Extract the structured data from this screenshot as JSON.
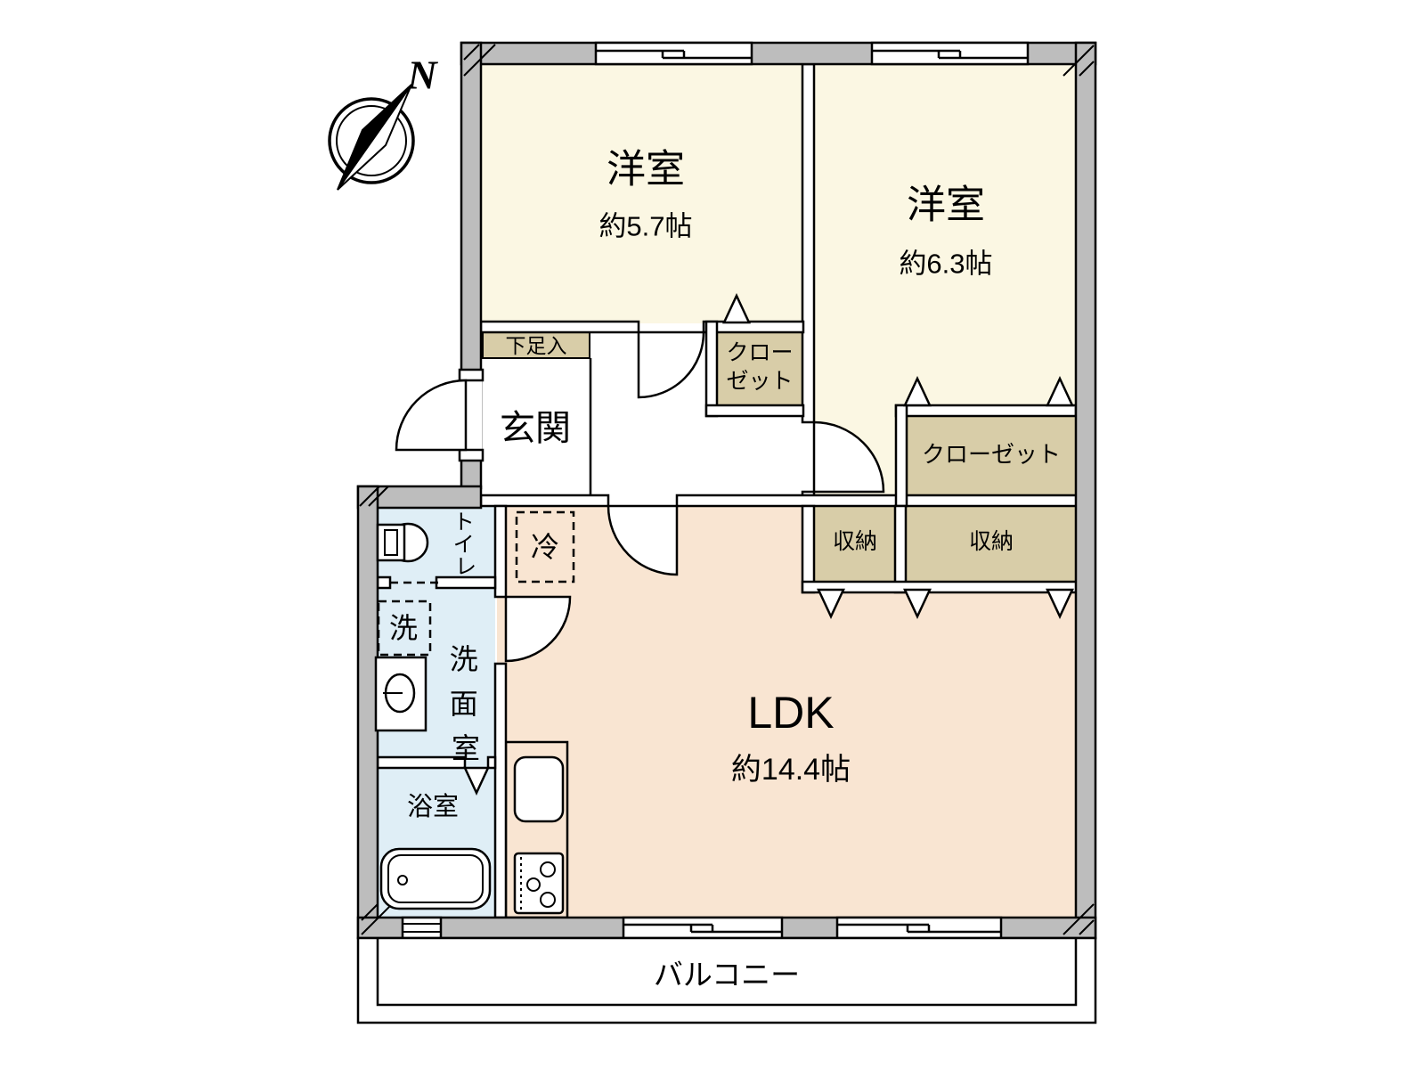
{
  "colors": {
    "wall": "#bdbdbd",
    "cream": "#fbf7e3",
    "peach": "#f9e5d2",
    "beige": "#d8cda8",
    "blue": "#dfeef6",
    "line": "#000000"
  },
  "compass": {
    "north": "N"
  },
  "rooms": {
    "bedroom1": {
      "label": "洋室",
      "size": "約5.7帖"
    },
    "bedroom2": {
      "label": "洋室",
      "size": "約6.3帖"
    },
    "ldk": {
      "label": "LDK",
      "size": "約14.4帖"
    },
    "entrance": {
      "label": "玄関"
    },
    "toilet": {
      "chars": [
        "ト",
        "イ",
        "レ"
      ]
    },
    "washroom": {
      "chars": [
        "洗",
        "面",
        "室"
      ]
    },
    "bathroom": {
      "label": "浴室"
    },
    "balcony": {
      "label": "バルコニー"
    }
  },
  "storage": {
    "shoe_box": {
      "label": "下足入"
    },
    "closet_bedroom1": {
      "line1": "クロー",
      "line2": "ゼット"
    },
    "closet_bedroom2": {
      "label": "クローゼット"
    },
    "storage_left": {
      "label": "収納"
    },
    "storage_right": {
      "label": "収納"
    }
  },
  "appliances": {
    "refrigerator": {
      "label": "冷"
    },
    "washing_machine": {
      "label": "洗"
    }
  }
}
